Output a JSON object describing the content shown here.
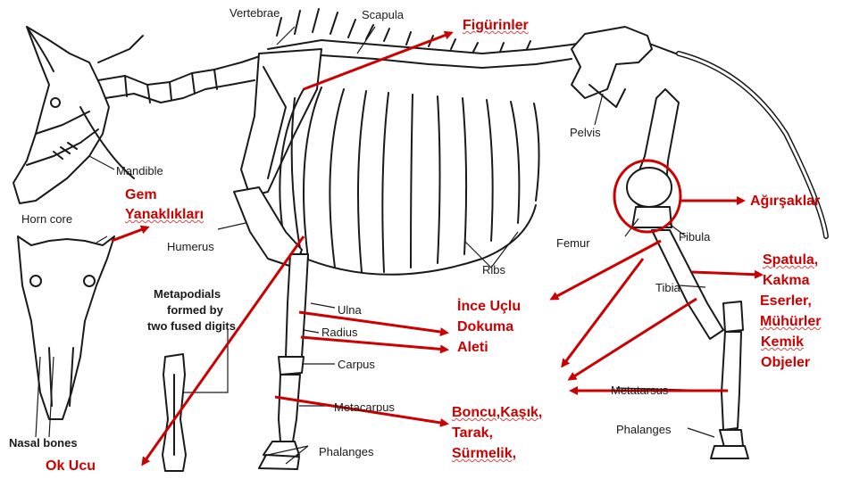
{
  "colors": {
    "annotation": "#cc0000",
    "bone": "#ffffff",
    "ink": "#1a1a1a"
  },
  "anatomy_labels": {
    "vertebrae": "Vertebrae",
    "scapula": "Scapula",
    "pelvis": "Pelvis",
    "mandible": "Mandible",
    "horn_core": "Horn core",
    "humerus": "Humerus",
    "femur": "Femur",
    "fibula": "Fibula",
    "ribs": "Ribs",
    "tibia": "Tibia",
    "metapodials": [
      "Metapodials",
      "formed by",
      "two fused digits"
    ],
    "ulna": "Ulna",
    "radius": "Radius",
    "carpus": "Carpus",
    "metacarpus": "Metacarpus",
    "metatarsus": "Metatarsus",
    "phalanges_front": "Phalanges",
    "phalanges_hind": "Phalanges",
    "nasal_bones": "Nasal bones"
  },
  "artifact_labels": {
    "figurines": "Figürinler",
    "bit_cheekpieces": [
      "Gem",
      "Yanaklıkları"
    ],
    "spindle_whorls": "Ağırşaklar",
    "spatula": [
      "Spatula,",
      "Kakma",
      "Eserler,",
      "Mühürler",
      "Kemik",
      "Objeler"
    ],
    "weaving_tool": [
      "İnce Uçlu",
      "Dokuma",
      "Aleti"
    ],
    "beads": [
      "Boncu,Kaşık,",
      "Tarak,",
      "Sürmelik,"
    ],
    "arrowhead": "Ok Ucu"
  }
}
